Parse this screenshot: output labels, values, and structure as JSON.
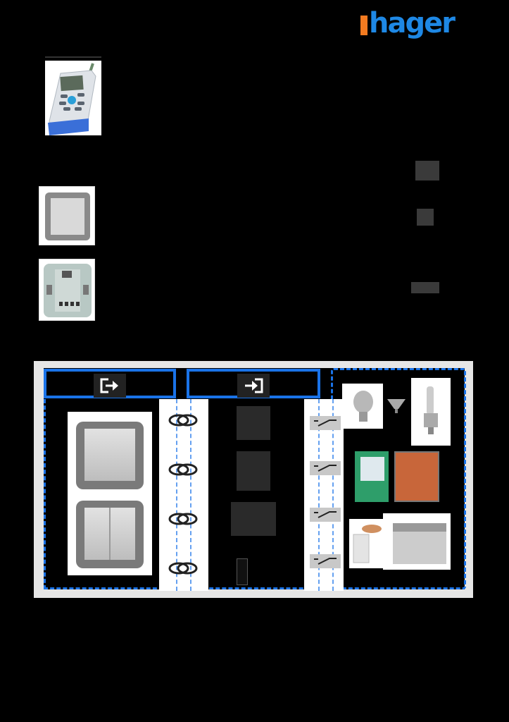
{
  "header": {
    "logo_text": "hager",
    "logo_colors": {
      "mark": "#f47b20",
      "text": "#1e88e5"
    }
  },
  "products": [
    {
      "name": "remote-control-handset",
      "icon": "remote-control-icon"
    },
    {
      "name": "wall-switch-single",
      "icon": "switch-icon"
    },
    {
      "name": "flush-mounted-insert",
      "icon": "insert-icon"
    }
  ],
  "symbols": [
    "symbol-1",
    "symbol-2",
    "symbol-3"
  ],
  "diagram": {
    "colors": {
      "frame": "#1a73e8",
      "link": "#64a0f0",
      "panel_bg": "#e6e6e6"
    },
    "headers": [
      {
        "name": "outputs-header",
        "icon": "exit-arrow-icon"
      },
      {
        "name": "inputs-header",
        "icon": "enter-arrow-icon"
      },
      {
        "name": "loads-header",
        "icon": ""
      }
    ],
    "input_devices": [
      "single-rocker-switch",
      "double-rocker-switch"
    ],
    "radio_links": 4,
    "actuators": 4,
    "relay_contacts": 4,
    "loads": [
      "incandescent-bulb",
      "halogen-spot",
      "compact-fluorescent",
      "roller-shutter",
      "garage-door",
      "thermostatic-valve",
      "panel-heater"
    ]
  }
}
